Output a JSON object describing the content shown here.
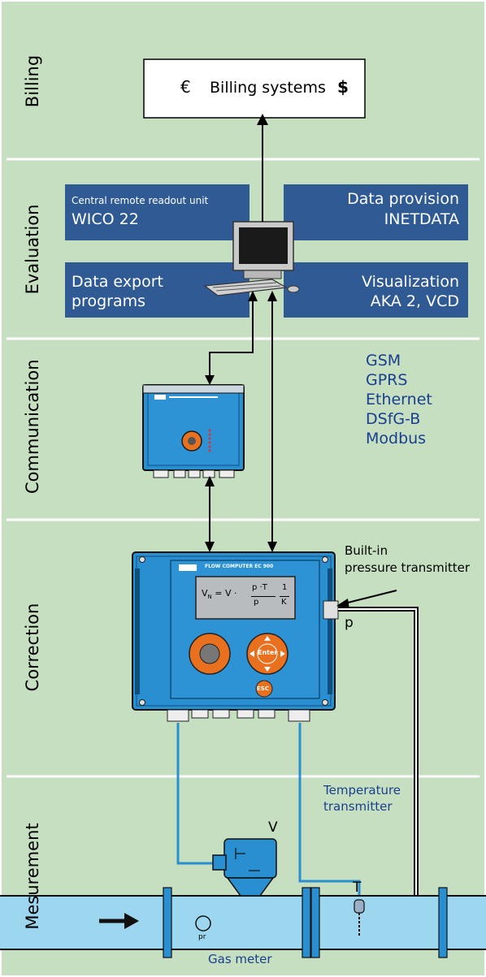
{
  "sections": {
    "billing": "Billing",
    "evaluation": "Evaluation",
    "communication": "Communication",
    "correction": "Correction",
    "measurement": "Mesurement"
  },
  "billing_box": {
    "euro": "€",
    "label": "Billing systems",
    "dollar": "$"
  },
  "evaluation_boxes": {
    "central_small": "Central remote readout unit",
    "central_big": "WICO 22",
    "provision_line1": "Data provision",
    "provision_line2": "INETDATA",
    "export_line1": "Data export",
    "export_line2": "programs",
    "visual_line1": "Visualization",
    "visual_line2": "AKA 2, VCD"
  },
  "protocols": [
    "GSM",
    "GPRS",
    "Ethernet",
    "DSfG-B",
    "Modbus"
  ],
  "device": {
    "title": "FLOW COMPUTER EC 900",
    "enter": "Enter",
    "esc": "ESC",
    "formula_vn": "V",
    "formula_sub": "N",
    "formula_eq": "= V ·",
    "formula_frac_top": "p ·T",
    "formula_frac_bottom": "p",
    "formula_k_top": "1",
    "formula_k_bottom": "K"
  },
  "annotations": {
    "builtin_line1": "Built-in",
    "builtin_line2": "pressure transmitter",
    "p": "p",
    "temp_line1": "Temperature",
    "temp_line2": "transmitter",
    "t": "T",
    "v": "V",
    "pr": "pr",
    "gas_meter": "Gas meter"
  },
  "colors": {
    "background": "#c5dfc0",
    "box_blue": "#2f5a93",
    "device_blue": "#2a8fd0",
    "pipe": "#9dd7ef",
    "wire_blue": "#2a8fd0",
    "orange": "#e8701f",
    "protocol_text": "#1a3f8f"
  }
}
